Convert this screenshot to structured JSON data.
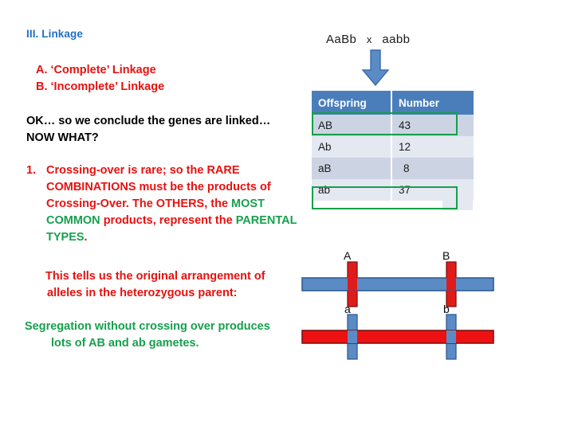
{
  "section": {
    "title": "III. Linkage"
  },
  "linkage_types": [
    "A. ‘Complete’ Linkage",
    "B. ‘Incomplete’ Linkage"
  ],
  "conclusion": {
    "line1": "OK… so we conclude the genes are linked…",
    "line2": "NOW WHAT?"
  },
  "point_one": {
    "marker": "1.",
    "seg1": "Crossing-over is rare; so the RARE COMBINATIONS must be the products of Crossing-Over.  The OTHERS, the ",
    "seg2": "MOST COMMON",
    "seg3": " products, represent the ",
    "seg4": "PARENTAL TYPES",
    "seg5": "."
  },
  "arrangement": {
    "line1": "This tells us the original arrangement of",
    "line2": "alleles in the heterozygous parent:"
  },
  "segregation": {
    "line1": "Segregation without crossing over produces",
    "line2": "lots of AB and ab gametes."
  },
  "cross": {
    "parent1": "AaBb",
    "operator": "x",
    "parent2": "aabb",
    "arrow_icon": "down-arrow-icon"
  },
  "table": {
    "headers": [
      "Offspring",
      "Number"
    ],
    "rows": [
      {
        "offspring": "AB",
        "number": "43",
        "highlighted": true
      },
      {
        "offspring": "Ab",
        "number": "12",
        "highlighted": false
      },
      {
        "offspring": "aB",
        "number": "8",
        "highlighted": false
      },
      {
        "offspring": "ab",
        "number": "37",
        "highlighted": true
      }
    ]
  },
  "chromosomes": {
    "top": {
      "bar_color": "#5b8bc5",
      "allele_color": "#e01b1b",
      "alleles": [
        "A",
        "B"
      ]
    },
    "bottom": {
      "bar_color": "#ee1111",
      "allele_color": "#5b8bc5",
      "alleles": [
        "a",
        "b"
      ]
    }
  },
  "colors": {
    "title_blue": "#1f6fc4",
    "red": "#e8110f",
    "green": "#16a04e",
    "header_blue": "#4a7ebb",
    "row_dark": "#ccd4e4",
    "row_light": "#e4e8f1",
    "highlight_green": "#14a04a"
  }
}
